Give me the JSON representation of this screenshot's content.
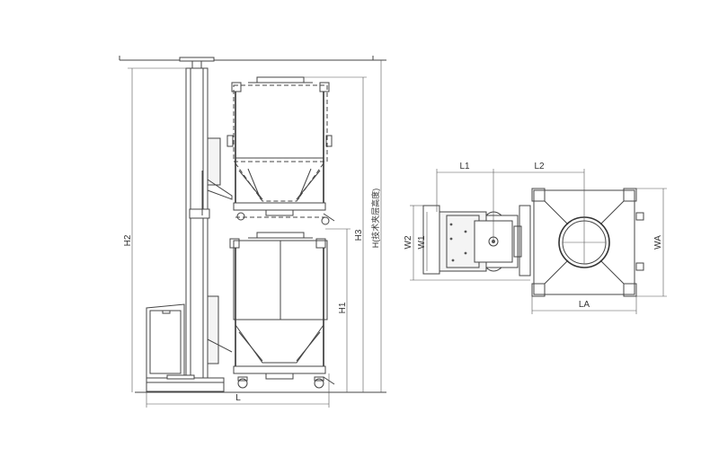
{
  "labels": {
    "H2": "H2",
    "H3": "H3",
    "H1": "H1",
    "H": "H(技术夹层高度)",
    "L": "L",
    "L1": "L1",
    "L2": "L2",
    "W1": "W1",
    "W2": "W2",
    "WA": "WA",
    "LA": "LA"
  },
  "colors": {
    "line": "#444444",
    "background": "#ffffff"
  }
}
